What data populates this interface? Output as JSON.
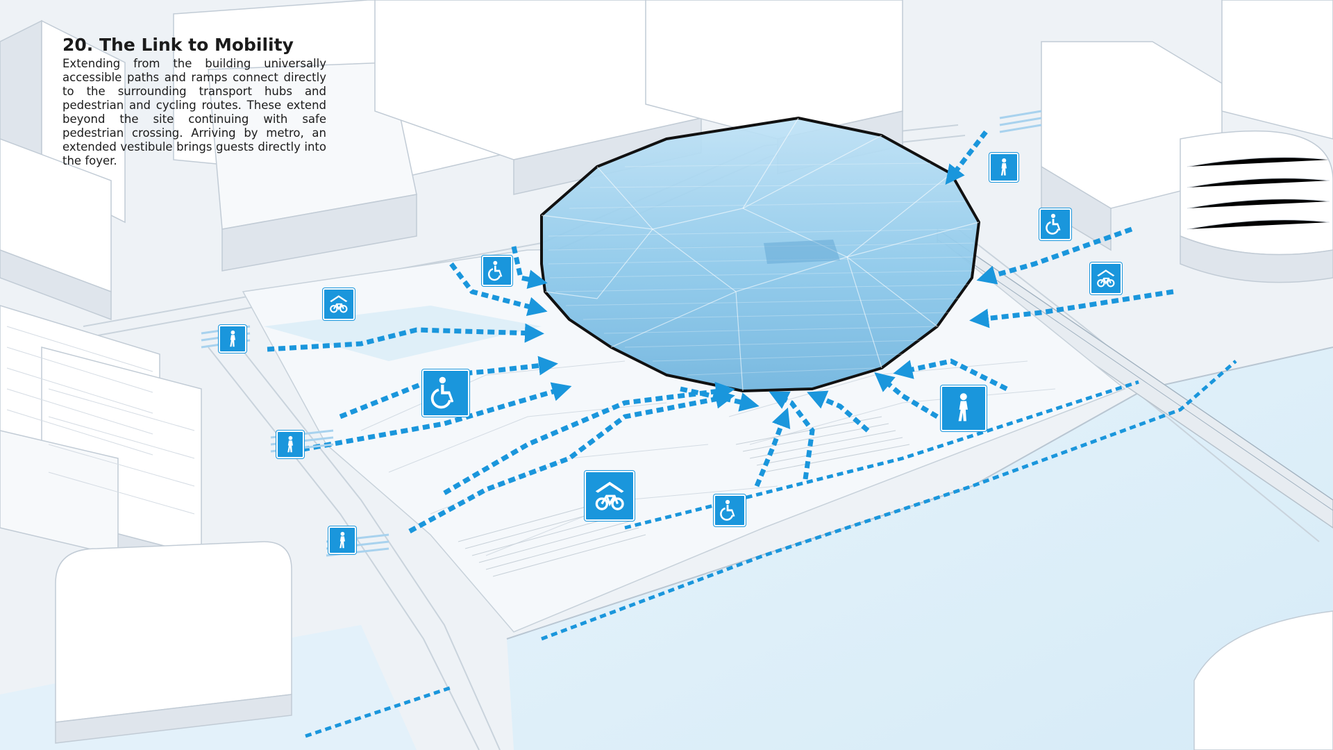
{
  "caption": {
    "title": "20. The Link to Mobility",
    "body": "Extending from the building universally accessible paths and ramps connect directly to the surrounding transport hubs and pedestrian and cycling routes. These extend beyond the site continuing with safe pedestrian crossing. Arriving by metro, an extended vestibule brings guests directly into the foyer."
  },
  "colors": {
    "background": "#f2f5f8",
    "building": "#ffffff",
    "building_shade": "#dfe5ec",
    "river": "#ddeef8",
    "glass": "#8cc8ea",
    "arrow": "#1a96dc",
    "outline": "#111111"
  },
  "legend_icons": [
    {
      "type": "pedestrian",
      "icon": "pedestrian-icon"
    },
    {
      "type": "wheelchair",
      "icon": "wheelchair-icon"
    },
    {
      "type": "bicycle-shelter",
      "icon": "bicycle-shelter-icon"
    }
  ]
}
